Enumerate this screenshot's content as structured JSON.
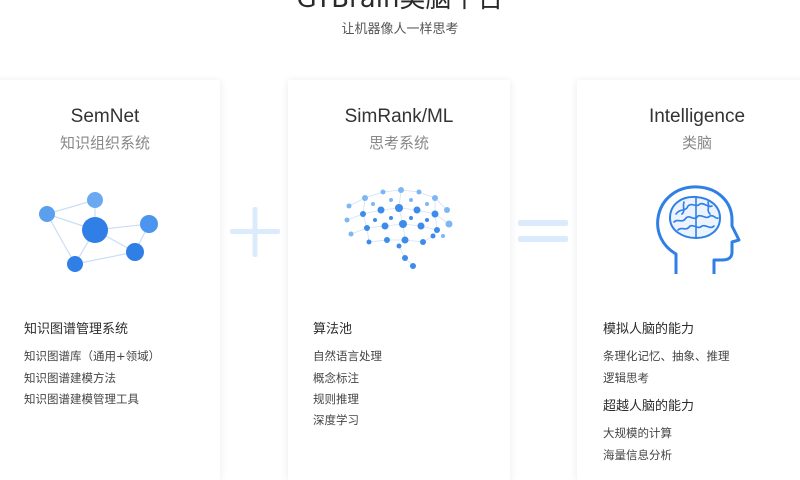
{
  "header": {
    "title": "GYBrain类脑平台",
    "subtitle": "让机器像人一样思考"
  },
  "cards": [
    {
      "title": "SemNet",
      "subtitle": "知识组织系统",
      "illustration_icon": "network-graph-icon",
      "sections": [
        {
          "heading": "知识图谱管理系统",
          "items": [
            "知识图谱库（通用+领域）",
            "知识图谱建模方法",
            "知识图谱建模管理工具"
          ]
        }
      ]
    },
    {
      "title": "SimRank/ML",
      "subtitle": "思考系统",
      "illustration_icon": "dot-brain-icon",
      "sections": [
        {
          "heading": "算法池",
          "items": [
            "自然语言处理",
            "概念标注",
            "规则推理",
            "深度学习"
          ]
        }
      ]
    },
    {
      "title": "Intelligence",
      "subtitle": "类脑",
      "illustration_icon": "head-brain-icon",
      "sections": [
        {
          "heading": "模拟人脑的能力",
          "items": [
            "条理化记忆、抽象、推理",
            "逻辑思考"
          ]
        },
        {
          "heading": "超越人脑的能力",
          "items": [
            "大规模的计算",
            "海量信息分析"
          ]
        }
      ]
    }
  ],
  "operators": [
    "plus-icon",
    "equals-icon"
  ],
  "colors": {
    "accent": "#2f7fe6",
    "accent_light": "#7db6f5",
    "operator": "#dcebfb"
  }
}
